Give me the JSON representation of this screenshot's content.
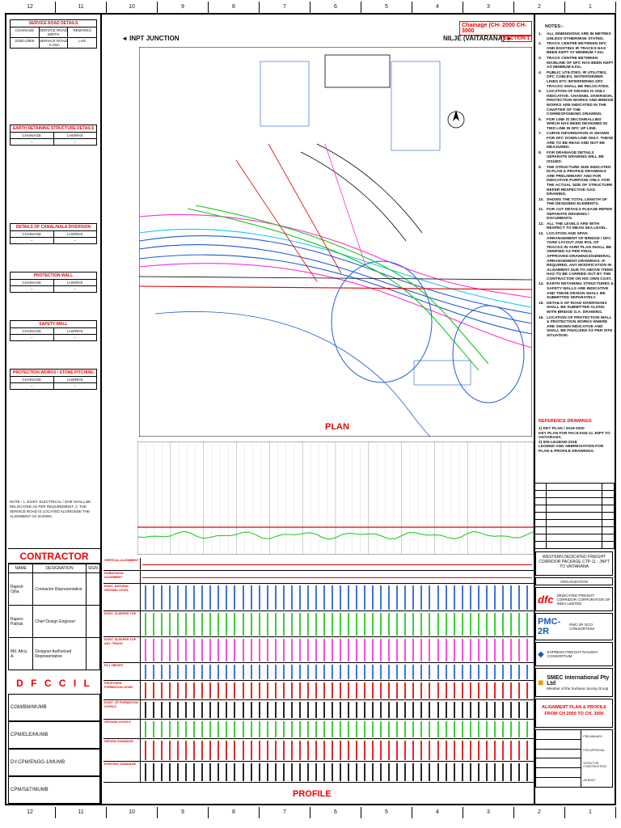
{
  "grid": {
    "top": [
      "12",
      "11",
      "10",
      "9",
      "8",
      "7",
      "6",
      "5",
      "4",
      "3",
      "2",
      "1"
    ],
    "bottom": [
      "12",
      "11",
      "10",
      "9",
      "8",
      "7",
      "6",
      "5",
      "4",
      "3",
      "2",
      "1"
    ]
  },
  "header": {
    "left_title": "INPT JUNCTION",
    "right_title": "NILJE (VAITARANA)",
    "chainage": "Chainage (CH- 2000  CH- 3000",
    "section": "SECTION-1"
  },
  "left_tables": [
    {
      "title": "SERVICE ROAD DETAILS",
      "cols": [
        "CHAINAGE",
        "SERVICE ROAD WIDTH",
        "REMARKS"
      ],
      "rows": [
        [
          "2/300-2/800",
          "SERVICE ROAD - 6.25m",
          "LHS"
        ]
      ]
    },
    {
      "title": "EARTH RETAINING STRUCTURE DETAILS",
      "cols": [
        "CHAINAGE",
        "LHS/RHS"
      ],
      "rows": [
        [
          "--",
          "--"
        ]
      ]
    },
    {
      "title": "DETAILS OF CANAL/NALA DIVERSION",
      "cols": [
        "CHAINAGE",
        "LHS/RHS"
      ],
      "rows": [
        [
          "--",
          "--"
        ]
      ]
    },
    {
      "title": "PROTECTION WALL",
      "cols": [
        "CHAINAGE",
        "LHS/RHS"
      ],
      "rows": [
        [
          "--",
          "--"
        ]
      ]
    },
    {
      "title": "SAFETY WALL",
      "cols": [
        "CHAINAGE",
        "LHS/RHS"
      ],
      "rows": [
        [
          "--",
          "--"
        ]
      ]
    },
    {
      "title": "PROTECTION WORKS / STONE PITCHING",
      "cols": [
        "CHAINAGE",
        "LHS/RHS"
      ],
      "rows": [
        [
          "--",
          "--"
        ]
      ]
    }
  ],
  "left_note": "NOTE:- 1. EXIST. ELECTRICAL / OHE SHALL BE RELOCATED AS PER REQUIREMENT. 2. THE SERVICE ROAD IS LOCATED ALONGSIDE THE ALIGNMENT AS SHOWN.",
  "contractor": {
    "title": "CONTRACTOR",
    "headers": [
      "NAME",
      "DESIGNATION",
      "SIGN"
    ],
    "rows": [
      {
        "name": "Rajesh Ojha",
        "designation": "Contractor Representative"
      },
      {
        "name": "Rajeev Pathak",
        "designation": "Chief Design Engineer"
      },
      {
        "name": "Md. Afroj A.",
        "designation": "Designer Authorised Representative"
      }
    ]
  },
  "dfccil": {
    "title": "D F C C I L",
    "rows": [
      "CGM/BM/MUMB",
      "CPM/ELE/MUMB",
      "DY.CPM/ENGG-1/MUMB",
      "CPM/S&T/MUMB"
    ]
  },
  "plan": {
    "label": "PLAN"
  },
  "profile": {
    "label": "PROFILE",
    "rows": [
      "VERTICAL ALIGNMENT",
      "HORIZONTAL ALIGNMENT",
      "EXIST. NATURAL GROUND LEVEL",
      "EXIST. SLEEPER TOP",
      "EXIST. SLEEPER TOP ADJ. TRACK",
      "FILL HEIGHT",
      "PROPOSED FORMATION LEVEL",
      "EXIST. OF FORMATION LEVELS",
      "GROUND LEVELS",
      "DESIGN CHAINAGE",
      "EXISTING CHAINAGE"
    ]
  },
  "notes": {
    "title": "NOTES:-",
    "items": [
      "ALL DIMENSIONS ARE IN METRES UNLESS OTHERWISE STATED.",
      "TRACK CENTRE BETWEEN DFC AND EXISTING IR TRACKS HAS BEEN KEPT AT MINIMUM 7.0m.",
      "TRACK CENTRE BETWEEN MAINLINE OF DFC HAS BEEN KEPT AS MINIMUM 6.0m.",
      "PUBLIC UTILITIES, IR UTILITIES, OFC CABLES, WATER/SEWER LINES ETC INTERFERING DFC TRACKS SHALL BE RELOCATED.",
      "LOCATION OF DRAINS IS ONLY INDICATIVE. CHANNEL DIVERSION, PROTECTION WORKS AND BRIDGE WORKS ARE INDICATED IN THE CHAPTER OF THE CORRESPONDING DRAWING.",
      "FOR LINE IS DECONNALLIED WHICH HAS BEEN DESIGNED IN TIED LINE IN DFC UP LINE.",
      "CURVE INFORMATION IS SHOWN FOR DFC DOWN LINE ONLY. THESE ARE TO BE READ AND NOT BE MEASURED.",
      "FOR DRAINAGE DETAILS SEPARATE DRAWING WILL BE ISSUED.",
      "THE STRUCTURE SIZE INDICATED IN PLAN & PROFILE DRAWINGS ARE PRELIMINARY AND FOR INDICATIVE PURPOSE ONLY. FOR THE ACTUAL SIZE OF STRUCTURE REFER RESPECTIVE GAD DRAWING.",
      "SHOWS THE TOTAL LENGTH OF THE DESIGNED ELEMENTS.",
      "FOR CUT DETAILS PLEASE REFER SEPARATE DRAWING / DOCUMENTS.",
      "ALL THE LEVELS ARE WITH RESPECT TO MEAN SEA LEVEL.",
      "LOCATION AND SPAN ARRANGEMENT OF BRIDGE / DFC YARD LAYOUT AND ROL OF TRACKS IN YARD PLAN SHALL BE VERIFIED AS PER FINAL APPROVED DRAWINGS/GENERAL ARRANGEMENT DRAWINGS. IF REQUIRED, ANY MODIFICATION IN ALIGNMENT DUE TO ABOVE ITEMS HAS TO BE CARRIED OUT BY THE CONTRACTOR ON HIS OWN COST.",
      "EARTH RETAINING STRUCTURES & SAFETY WALLS ARE INDICATIVE AND THESE DESIGN SHALL BE SUBMITTED SEPARATELY.",
      "DETAILS OF ROAD DIVERSIONS SHALL BE SUBMITTED ALONG WITH BRIDGE G.A. DRAWING.",
      "LOCATION OF PROTECTION WALL & PROTECTION WORKS WHERE ARE SHOWN INDICATIVE AND SHALL BE FINALIZED AS PER SITE SITUATION."
    ]
  },
  "reference": {
    "title": "REFERENCE DRAWINGS",
    "items": [
      "1) KEY PLAN / 2019-2020",
      "KEY PLAN FOR PACKAGE-11 JNPT TO VAITARANA.",
      "2) 000-LEGEND-2018",
      "LEGEND AND ABBREVIATION FOR PLAN & PROFILE DRAWINGS."
    ]
  },
  "title_block": {
    "project": "WESTERN DEDICATED FREIGHT CORRIDOR PACKAGE CTP-11 - JNPT TO VAITARANA",
    "organization_label": "ORGANIZATION",
    "dfccil_name": "DEDICATED FREIGHT CORRIDOR CORPORATION OF INDIA LIMITED",
    "pmc_logo": "PMC-2R",
    "pmc_name": "PMC-2R GCO CONSORTIUM",
    "rail_name": "EXPRESS FREIGHT RAILWAY CONSORTIUM",
    "smec_name": "SMEC International Pty Ltd",
    "smec_sub": "Member of the Surbana Jurong Group",
    "drawing_title": "ALIGNMENT PLAN & PROFILE FROM CH 2000 TO CH. 3000",
    "status_items": [
      "PRELIMINARY",
      "FOR APPROVAL",
      "GOOD FOR CONSTRUCTION",
      "AS BUILT"
    ]
  },
  "colors": {
    "red": "#e00000",
    "blue": "#1e5bd6",
    "green": "#14c814",
    "magenta": "#ff2bd6",
    "cyan": "#18c6f0"
  }
}
